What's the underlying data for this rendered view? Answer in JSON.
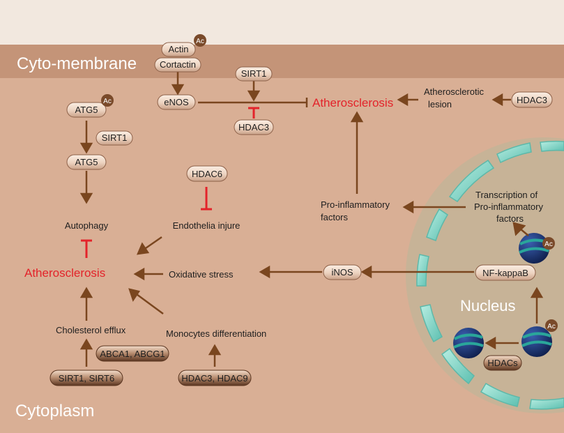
{
  "regions": {
    "membrane": "Cyto-membrane",
    "cytoplasm": "Cytoplasm",
    "nucleus": "Nucleus"
  },
  "nodes": {
    "actin": "Actin",
    "cortactin": "Cortactin",
    "enos": "eNOS",
    "sirt1_top": "SIRT1",
    "hdac3_mid": "HDAC3",
    "atherosclerosis_top": "Atherosclerosis",
    "atherosclerotic_lesion_1": "Atherosclerotic",
    "atherosclerotic_lesion_2": "lesion",
    "hdac3_right": "HDAC3",
    "atg5_top": "ATG5",
    "sirt1_left": "SIRT1",
    "atg5_bottom": "ATG5",
    "autophagy": "Autophagy",
    "hdac6": "HDAC6",
    "endothelia_injure": "Endothelia injure",
    "atherosclerosis_main": "Atherosclerosis",
    "oxidative_stress": "Oxidative stress",
    "inos": "iNOS",
    "pro_inflammatory_1": "Pro-inflammatory",
    "pro_inflammatory_2": "factors",
    "transcription_1": "Transcription of",
    "transcription_2": "Pro-inflammatory",
    "transcription_3": "factors",
    "nf_kappab": "NF-kappaB",
    "hdacs": "HDACs",
    "cholesterol_efflux": "Cholesterol efflux",
    "abca1_abcg1": "ABCA1, ABCG1",
    "sirt1_sirt6": "SIRT1, SIRT6",
    "monocytes_differentiation": "Monocytes differentiation",
    "hdac3_hdac9": "HDAC3, HDAC9"
  },
  "acetyl_badge": "Ac",
  "colors": {
    "background": "#d9af95",
    "top_band": "#f2e8df",
    "membrane": "#c49478",
    "arrow": "#7a461f",
    "inhibit_red": "#e3232a",
    "nucleus_fill": "#c7b397",
    "envelope": "#7fd0c3",
    "dna_ball": "#1f3a78",
    "dna_stripe": "#2aa69a"
  }
}
